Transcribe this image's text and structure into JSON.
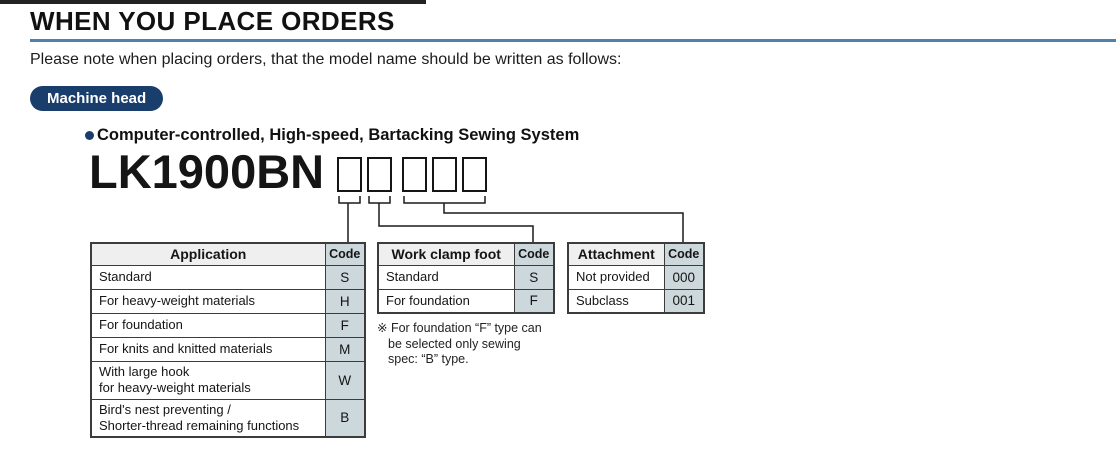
{
  "page": {
    "title": "WHEN YOU PLACE ORDERS",
    "intro": "Please note when placing orders, that the model name should be written as follows:",
    "badge": "Machine head",
    "product_heading": "Computer-controlled, High-speed, Bartacking Sewing System",
    "model_prefix": "LK1900BN",
    "model_suffix_box_count": 5
  },
  "colors": {
    "accent_navy": "#1a3e6c",
    "rule_blue": "#4f81ae",
    "code_cell_bg": "#cdd8dc",
    "header_cell_bg": "#efefef",
    "table_border": "#3c3c3c"
  },
  "tables": {
    "application": {
      "headers": [
        "Application",
        "Code"
      ],
      "rows": [
        {
          "label": "Standard",
          "code": "S"
        },
        {
          "label": "For heavy-weight materials",
          "code": "H"
        },
        {
          "label": "For foundation",
          "code": "F"
        },
        {
          "label": "For knits and knitted materials",
          "code": "M"
        },
        {
          "label": "With large hook\nfor heavy-weight materials",
          "code": "W"
        },
        {
          "label": "Bird's nest preventing /\nShorter-thread remaining functions",
          "code": "B"
        }
      ]
    },
    "work_clamp_foot": {
      "headers": [
        "Work clamp foot",
        "Code"
      ],
      "rows": [
        {
          "label": "Standard",
          "code": "S"
        },
        {
          "label": "For foundation",
          "code": "F"
        }
      ]
    },
    "attachment": {
      "headers": [
        "Attachment",
        "Code"
      ],
      "rows": [
        {
          "label": "Not provided",
          "code": "000"
        },
        {
          "label": "Subclass",
          "code": "001"
        }
      ]
    }
  },
  "note": {
    "lines": [
      "※ For foundation “F” type can",
      "be selected only sewing",
      "spec: “B” type."
    ]
  }
}
